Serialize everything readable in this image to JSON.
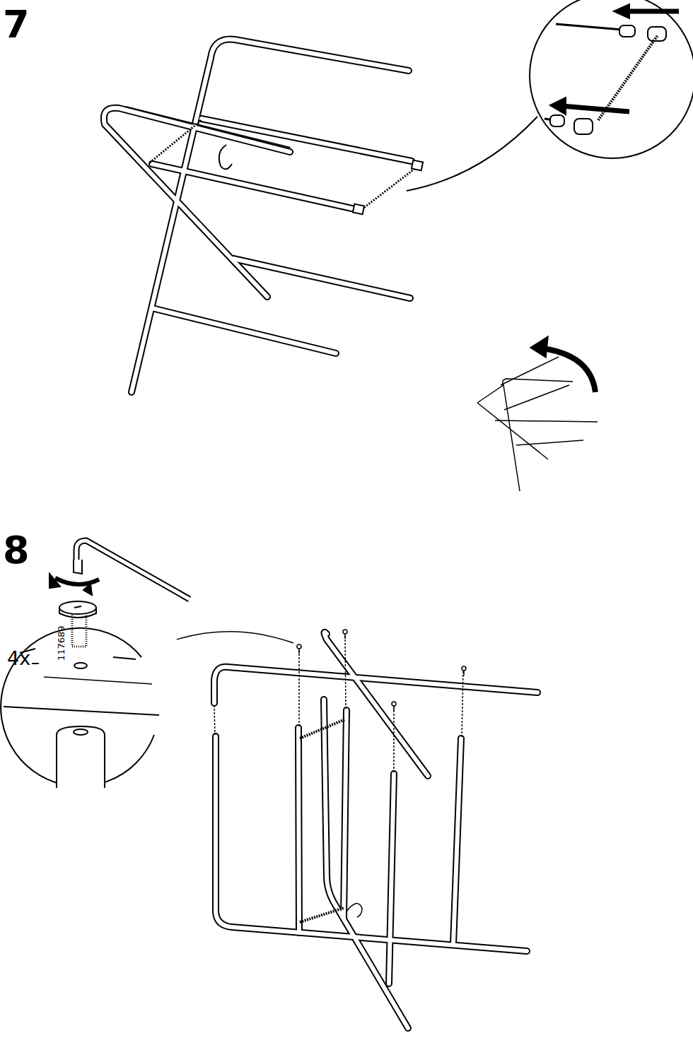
{
  "diagram": {
    "labels": [
      "7",
      "8",
      "4x",
      "117689"
    ]
  }
}
